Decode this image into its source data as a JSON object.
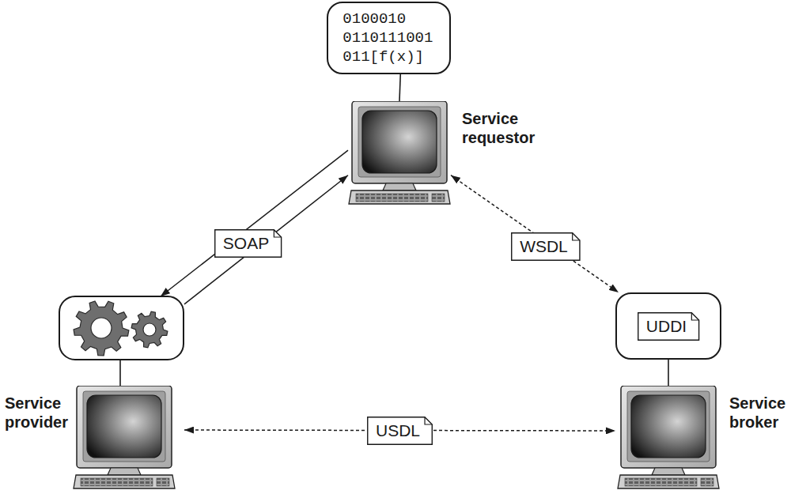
{
  "diagram": {
    "nodes": [
      {
        "text": [
          "0100010 0110111001 011[f(x)]"
        ]
      },
      {
        "text": [
          "Service requestor"
        ]
      },
      {
        "text": [
          "Service provider"
        ]
      },
      {
        "text": [
          "Service broker"
        ]
      },
      {
        "text": [
          "UDDI"
        ],
        "in": 3
      }
    ],
    "edges": [
      {
        "from": 1,
        "to": 2,
        "arrow": "to",
        "label": "SOAP"
      },
      {
        "from": 2,
        "to": 1,
        "arrow": "to"
      },
      {
        "from": 1,
        "to": 3,
        "arrow": "both",
        "label": "WSDL"
      },
      {
        "from": 2,
        "to": 3,
        "arrow": "both",
        "label": "USDL"
      },
      {
        "from": 0,
        "to": 1,
        "arrow": "none"
      }
    ]
  }
}
